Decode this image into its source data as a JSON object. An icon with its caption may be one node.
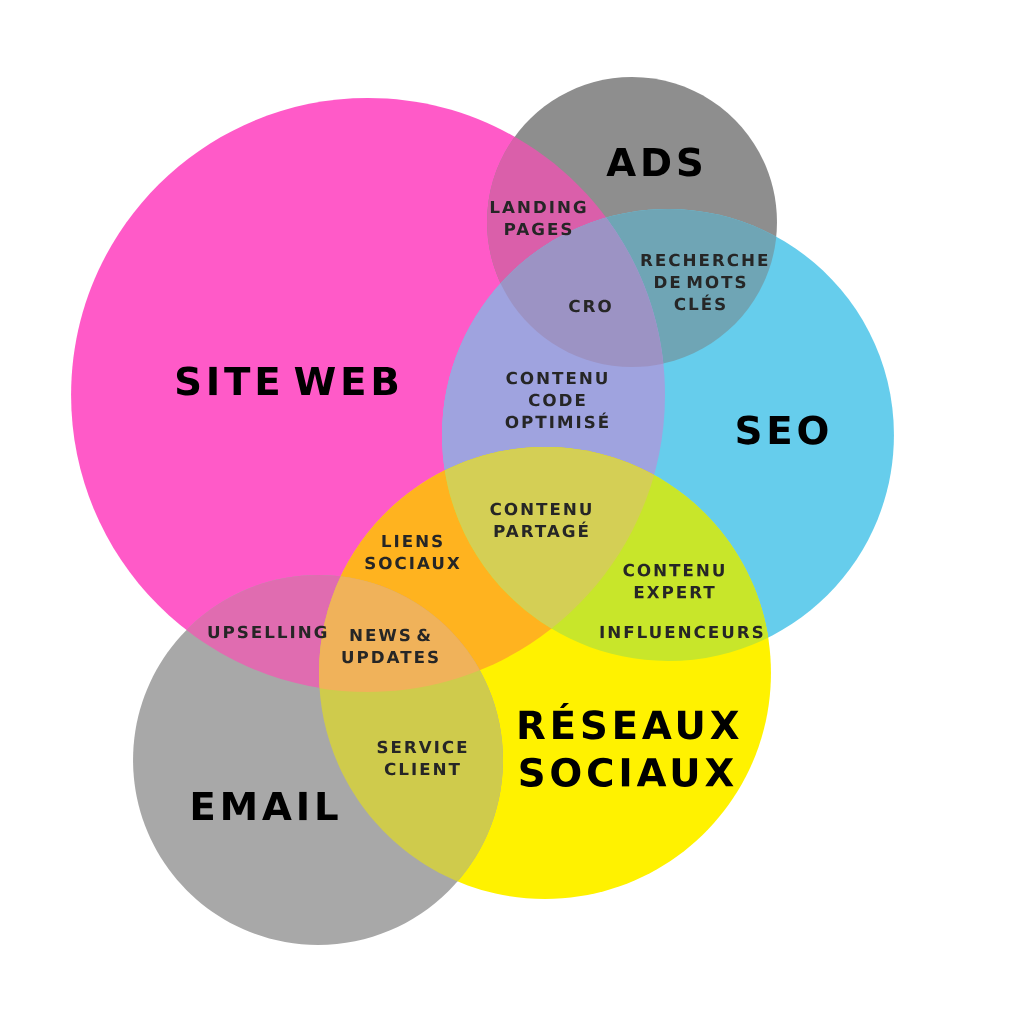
{
  "diagram": {
    "nodes": [
      {
        "text": [
          "SITE WEB"
        ]
      },
      {
        "text": [
          "ADS"
        ]
      },
      {
        "text": [
          "SEO"
        ]
      },
      {
        "text": [
          "RÉSEAUX SOCIAUX"
        ]
      },
      {
        "text": [
          "EMAIL"
        ]
      }
    ],
    "labels": [
      "LANDING PAGES",
      "RECHERCHE DE MOTS CLÉS",
      "CRO",
      "CONTENU CODE OPTIMISÉ",
      "CONTENU PARTAGÉ",
      "LIENS SOCIAUX",
      "CONTENU EXPERT",
      "UPSELLING",
      "NEWS & UPDATES",
      "INFLUENCEURS",
      "SERVICE CLIENT"
    ]
  }
}
